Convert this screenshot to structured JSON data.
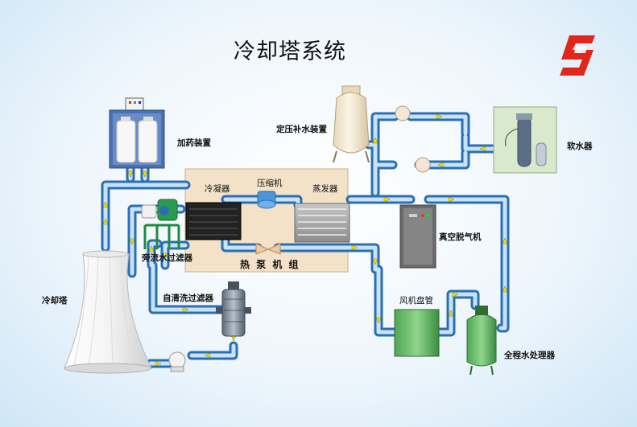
{
  "title": "冷却塔系统",
  "labels": {
    "dosing": "加药装置",
    "pressure_makeup": "定压补水装置",
    "softener": "软水器",
    "condenser": "冷凝器",
    "compressor": "压缩机",
    "evaporator": "蒸发器",
    "vacuum_degasser": "真空脱气机",
    "bypass_filter": "旁流水过滤器",
    "heat_pump": "热 泵 机 组",
    "self_cleaning_filter": "自清洗过滤器",
    "cooling_tower": "冷却塔",
    "fan_coil": "风机盘管",
    "full_process_treater": "全程水处理器"
  },
  "colors": {
    "pipe": "#2a6fb5",
    "pipe_fill": "#c9e2f5",
    "arrow": "#f0e000",
    "logo": "#e1261c",
    "machine_room": "#f3e2c7"
  },
  "logo": "company-logo-icon"
}
